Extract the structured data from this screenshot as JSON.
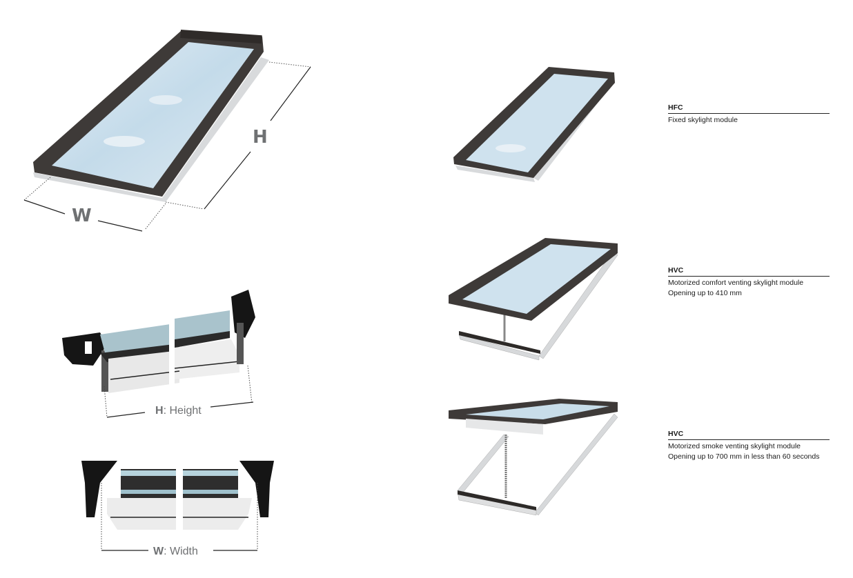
{
  "figures": {
    "main_diagram": {
      "height_label": "H",
      "width_label": "W"
    },
    "section_height": {
      "letter": "H",
      "label": ": Height"
    },
    "section_width": {
      "letter": "W",
      "label": ": Width"
    }
  },
  "modules": [
    {
      "code": "HFC",
      "description_lines": [
        "Fixed skylight module"
      ],
      "state": "closed"
    },
    {
      "code": "HVC",
      "description_lines": [
        "Motorized comfort venting skylight module",
        "Opening up to 410 mm"
      ],
      "state": "open-410"
    },
    {
      "code": "HVC",
      "description_lines": [
        "Motorized smoke venting skylight module",
        "Opening up to 700 mm in less than 60 seconds"
      ],
      "state": "open-700"
    }
  ],
  "colors": {
    "frame": "#3e3a38",
    "glass": "#cfe2ee",
    "dimension": "#6f7173",
    "aluminium": "#d7d9db"
  }
}
